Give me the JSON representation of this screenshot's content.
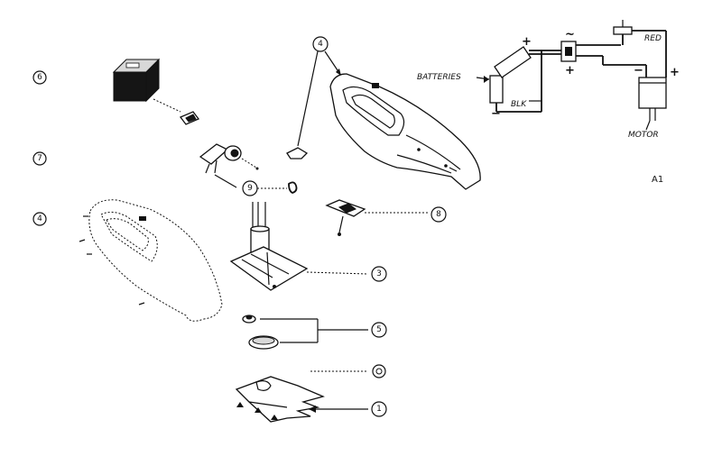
{
  "callouts": {
    "c1": "1",
    "c3": "3",
    "c4_housing": "4",
    "c4_left": "4",
    "c5": "5",
    "c6": "6",
    "c7": "7",
    "c8": "8",
    "c9": "9"
  },
  "wiring": {
    "batteries_label": "BATTERIES",
    "blk_label": "BLK",
    "red_label": "RED",
    "motor_label": "MOTOR",
    "plus": "+",
    "minus": "−",
    "tilde_minus": "~"
  },
  "sheet_label": "A1"
}
